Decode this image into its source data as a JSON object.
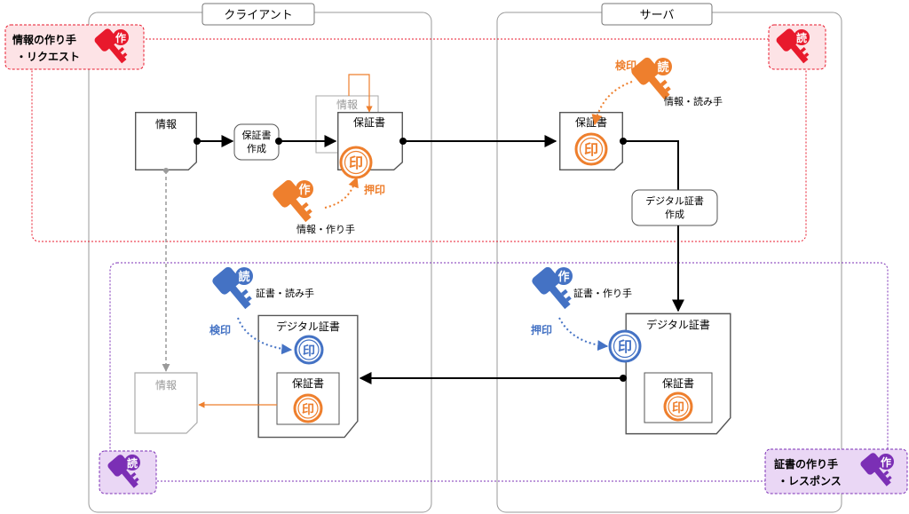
{
  "columns": {
    "client": "クライアント",
    "server": "サーバ"
  },
  "legend": {
    "info_author": {
      "line1": "情報の作り手",
      "line2": "・リクエスト",
      "key_glyph": "作",
      "color": "#e8192c"
    },
    "server_reader": {
      "key_glyph": "読",
      "color": "#e8192c"
    },
    "client_reader": {
      "key_glyph": "読",
      "color": "#7b2fb5"
    },
    "cert_author": {
      "line1": "証書の作り手",
      "line2": "・レスポンス",
      "key_glyph": "作",
      "color": "#7b2fb5"
    }
  },
  "docs": {
    "info": "情報",
    "info_ghost": "情報",
    "guarantee_client": "保証書",
    "guarantee_server": "保証書",
    "digital_client": "デジタル証書",
    "guarantee_in_digital_client": "保証書",
    "digital_server": "デジタル証書",
    "guarantee_in_digital_server": "保証書",
    "info_result": "情報"
  },
  "process": {
    "make_guarantee": [
      "保証書",
      "作成"
    ],
    "make_digital": [
      "デジタル証書",
      "作成"
    ]
  },
  "stamp_glyph": "印",
  "keys": {
    "info_author": {
      "glyph": "作",
      "caption": "情報・作り手",
      "action": "押印",
      "color": "#ee7f2d"
    },
    "info_reader": {
      "glyph": "読",
      "caption": "情報・読み手",
      "action": "検印",
      "color": "#ee7f2d"
    },
    "cert_reader": {
      "glyph": "読",
      "caption": "証書・読み手",
      "action": "検印",
      "color": "#4472c4"
    },
    "cert_author": {
      "glyph": "作",
      "caption": "証書・作り手",
      "action": "押印",
      "color": "#4472c4"
    }
  },
  "colors": {
    "orange": "#ee7f2d",
    "blue": "#4472c4",
    "red_zone": "#e8192c",
    "purple_zone": "#7b2fb5",
    "gray_column": "#9a9a9a"
  }
}
